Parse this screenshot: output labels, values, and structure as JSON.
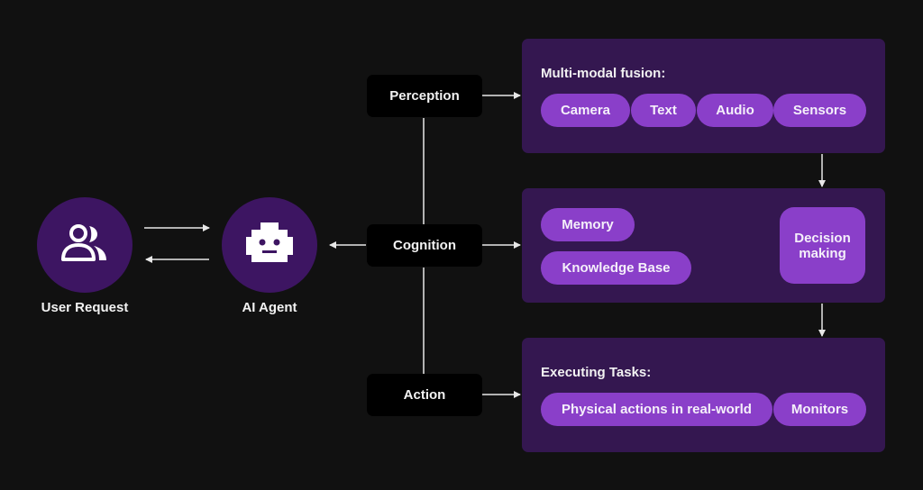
{
  "nodes": {
    "user": {
      "label": "User Request",
      "icon": "users-icon"
    },
    "agent": {
      "label": "AI Agent",
      "icon": "robot-icon"
    }
  },
  "stages": [
    {
      "id": "perception",
      "label": "Perception"
    },
    {
      "id": "cognition",
      "label": "Cognition"
    },
    {
      "id": "action",
      "label": "Action"
    }
  ],
  "panels": {
    "perception": {
      "title": "Multi-modal fusion:",
      "pills": [
        "Camera",
        "Text",
        "Audio",
        "Sensors"
      ]
    },
    "cognition": {
      "inputs": [
        "Memory",
        "Knowledge Base"
      ],
      "decision": "Decision making"
    },
    "action": {
      "title": "Executing Tasks:",
      "pills": [
        "Physical actions in real-world",
        "Monitors"
      ]
    }
  },
  "colors": {
    "background": "#111111",
    "circle": "#3d1562",
    "panel": "#341750",
    "pill": "#8a3fc9",
    "stage": "#000000",
    "line": "#e8e8e8"
  }
}
